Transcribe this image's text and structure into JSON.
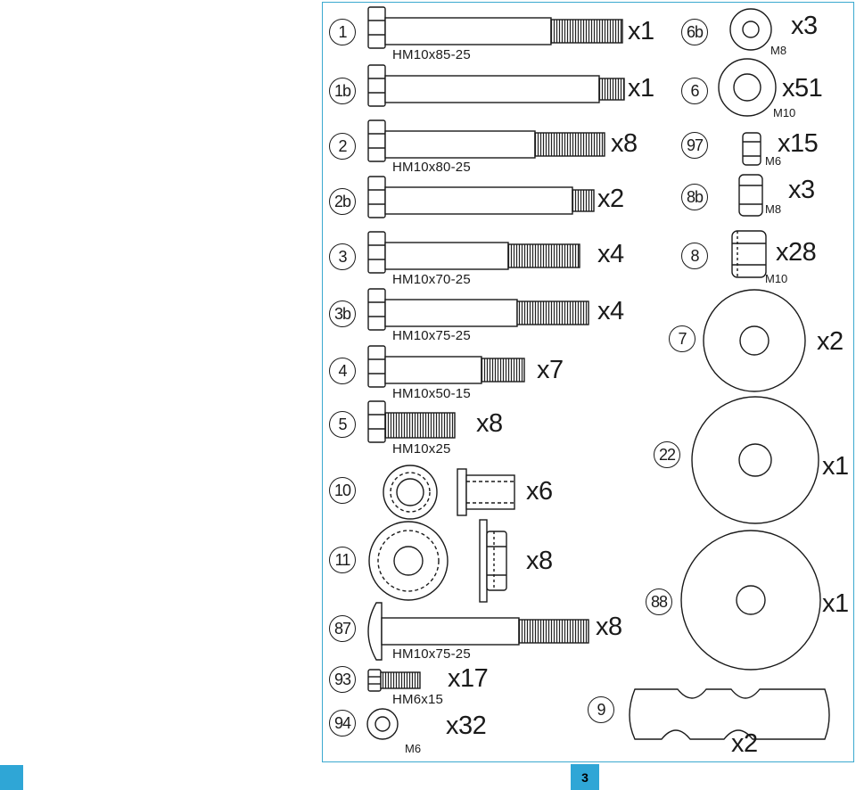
{
  "parts": [
    {
      "id": "1",
      "size": "HM10x85-25",
      "qty": "x1"
    },
    {
      "id": "1b",
      "size": "",
      "qty": "x1"
    },
    {
      "id": "2",
      "size": "HM10x80-25",
      "qty": "x8"
    },
    {
      "id": "2b",
      "size": "",
      "qty": "x2"
    },
    {
      "id": "3",
      "size": "HM10x70-25",
      "qty": "x4"
    },
    {
      "id": "3b",
      "size": "HM10x75-25",
      "qty": "x4"
    },
    {
      "id": "4",
      "size": "HM10x50-15",
      "qty": "x7"
    },
    {
      "id": "5",
      "size": "HM10x25",
      "qty": "x8"
    },
    {
      "id": "10",
      "size": "",
      "qty": "x6"
    },
    {
      "id": "11",
      "size": "",
      "qty": "x8"
    },
    {
      "id": "87",
      "size": "HM10x75-25",
      "qty": "x8"
    },
    {
      "id": "93",
      "size": "HM6x15",
      "qty": "x17"
    },
    {
      "id": "94",
      "size": "M6",
      "qty": "x32"
    },
    {
      "id": "6b",
      "size": "M8",
      "qty": "x3"
    },
    {
      "id": "6",
      "size": "M10",
      "qty": "x51"
    },
    {
      "id": "97",
      "size": "M6",
      "qty": "x15"
    },
    {
      "id": "8b",
      "size": "M8",
      "qty": "x3"
    },
    {
      "id": "8",
      "size": "M10",
      "qty": "x28"
    },
    {
      "id": "7",
      "size": "",
      "qty": "x2"
    },
    {
      "id": "22",
      "size": "",
      "qty": "x1"
    },
    {
      "id": "88",
      "size": "",
      "qty": "x1"
    },
    {
      "id": "9",
      "size": "",
      "qty": "x2"
    }
  ],
  "page_number": "3",
  "colors": {
    "accent": "#2fa6d6",
    "border": "#3ba9cf",
    "ink": "#1a1a1a"
  }
}
